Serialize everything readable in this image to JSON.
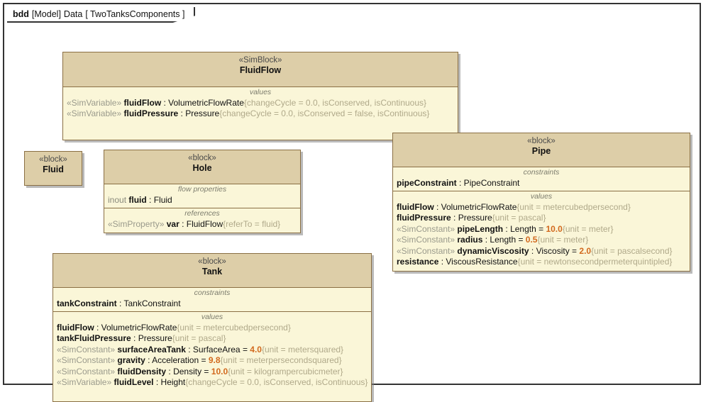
{
  "frame": {
    "kind": "bdd",
    "scope": "[Model]",
    "package": "Data",
    "name": "[ TwoTanksComponents ]"
  },
  "colors": {
    "header_fill": "#ddcea8",
    "body_fill": "#faf6d8",
    "border": "#8a6f44",
    "frame_border": "#333333",
    "stereotype_text": "#9a9a8c",
    "numeric_value": "#d2691e",
    "compartment_label": "#7d7d6e"
  },
  "blocks": {
    "fluidflow": {
      "stereotype": "«SimBlock»",
      "name": "FluidFlow",
      "compartments": [
        {
          "label": "values",
          "features": [
            {
              "stereotype": "«SimVariable»",
              "name": "fluidFlow",
              "type": ": VolumetricFlowRate",
              "properties": "{changeCycle = 0.0, isConserved, isContinuous}"
            },
            {
              "stereotype": "«SimVariable»",
              "name": "fluidPressure",
              "type": ": Pressure",
              "properties": "{changeCycle = 0.0, isConserved = false, isContinuous}"
            }
          ]
        }
      ]
    },
    "fluid": {
      "stereotype": "«block»",
      "name": "Fluid",
      "compartments": []
    },
    "hole": {
      "stereotype": "«block»",
      "name": "Hole",
      "compartments": [
        {
          "label": "flow properties",
          "features": [
            {
              "keyword": "inout",
              "name": "fluid",
              "type": ": Fluid"
            }
          ]
        },
        {
          "label": "references",
          "features": [
            {
              "stereotype": "«SimProperty»",
              "name": "var",
              "type": ": FluidFlow",
              "properties": "{referTo = fluid}"
            }
          ]
        }
      ]
    },
    "pipe": {
      "stereotype": "«block»",
      "name": "Pipe",
      "compartments": [
        {
          "label": "constraints",
          "features": [
            {
              "name": "pipeConstraint",
              "type": ": PipeConstraint"
            }
          ]
        },
        {
          "label": "values",
          "features": [
            {
              "name": "fluidFlow",
              "type": ": VolumetricFlowRate",
              "properties": "{unit = metercubedpersecond}"
            },
            {
              "name": "fluidPressure",
              "type": ": Pressure",
              "properties": "{unit = pascal}"
            },
            {
              "stereotype": "«SimConstant»",
              "name": "pipeLength",
              "type": ": Length = ",
              "value": "10.0",
              "properties": "{unit = meter}"
            },
            {
              "stereotype": "«SimConstant»",
              "name": "radius",
              "type": ": Length = ",
              "value": "0.5",
              "properties": "{unit = meter}"
            },
            {
              "stereotype": "«SimConstant»",
              "name": "dynamicViscosity",
              "type": ": Viscosity = ",
              "value": "2.0",
              "properties": "{unit = pascalsecond}"
            },
            {
              "name": "resistance",
              "type": ": ViscousResistance",
              "properties": "{unit = newtonsecondpermeterquintipled}"
            }
          ]
        }
      ]
    },
    "tank": {
      "stereotype": "«block»",
      "name": "Tank",
      "compartments": [
        {
          "label": "constraints",
          "features": [
            {
              "name": "tankConstraint",
              "type": ": TankConstraint"
            }
          ]
        },
        {
          "label": "values",
          "features": [
            {
              "name": "fluidFlow",
              "type": ": VolumetricFlowRate",
              "properties": "{unit = metercubedpersecond}"
            },
            {
              "name": "tankFluidPressure",
              "type": ": Pressure",
              "properties": "{unit = pascal}"
            },
            {
              "stereotype": "«SimConstant»",
              "name": "surfaceAreaTank",
              "type": ": SurfaceArea = ",
              "value": "4.0",
              "properties": "{unit = metersquared}"
            },
            {
              "stereotype": "«SimConstant»",
              "name": "gravity",
              "type": ": Acceleration = ",
              "value": "9.8",
              "properties": "{unit = meterpersecondsquared}"
            },
            {
              "stereotype": "«SimConstant»",
              "name": "fluidDensity",
              "type": ": Density = ",
              "value": "10.0",
              "properties": "{unit = kilogrampercubicmeter}"
            },
            {
              "stereotype": "«SimVariable»",
              "name": "fluidLevel",
              "type": ": Height",
              "properties": "{changeCycle = 0.0, isConserved, isContinuous}"
            }
          ]
        }
      ]
    }
  }
}
